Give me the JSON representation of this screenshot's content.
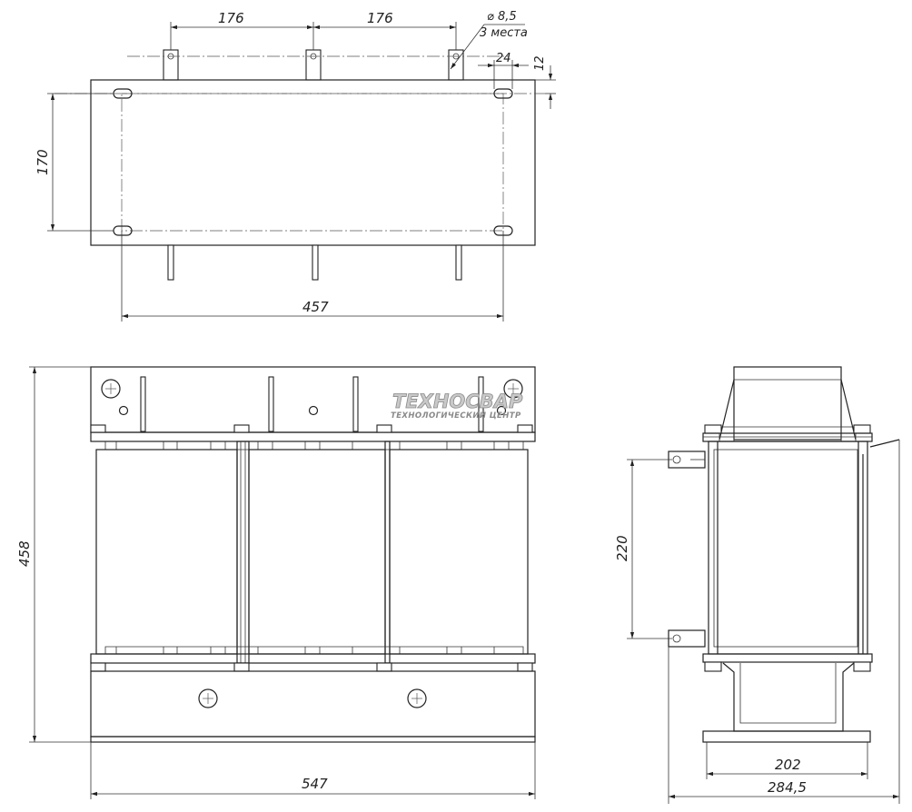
{
  "top_view": {
    "dim_pitch_left": "176",
    "dim_pitch_right": "176",
    "dim_hole": "⌀ 8,5",
    "dim_hole_count": "3 места",
    "dim_slot_offset": "24",
    "dim_slot_edge": "12",
    "dim_height": "170",
    "dim_length": "457"
  },
  "front_view": {
    "logo_title": "ТЕХНОСВАР",
    "logo_subtitle": "ТЕХНОЛОГИЧЕСКИЙ ЦЕНТР",
    "dim_height": "458",
    "dim_width": "547"
  },
  "side_view": {
    "dim_terminal_spacing": "220",
    "dim_mount_inner": "202",
    "dim_mount_outer": "284,5"
  },
  "colors": {
    "line": "#222222",
    "logo_fill": "#c9c9c9",
    "background": "#ffffff"
  }
}
